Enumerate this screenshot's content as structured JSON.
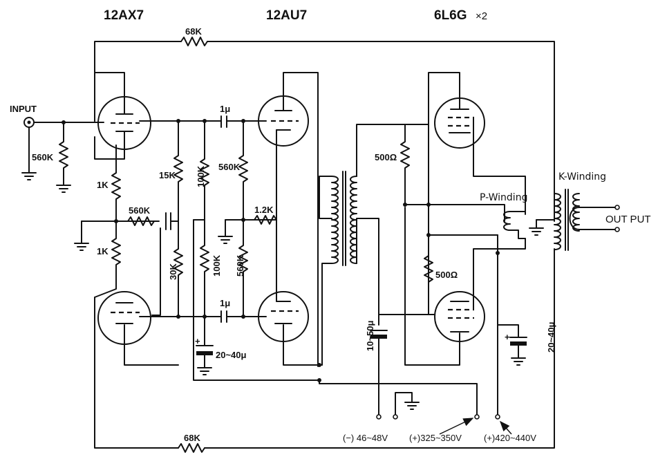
{
  "tubes": {
    "t1": "12AX7",
    "t2": "12AU7",
    "t3": "6L6G",
    "t3_qty": "×2"
  },
  "feedback": {
    "top": "68K",
    "bottom": "68K"
  },
  "input": {
    "label": "INPUT",
    "r_grid": "560K"
  },
  "stage1": {
    "r_plate": "1K",
    "r_cathode": "1K",
    "r_mid": "560K",
    "r_upper": "15K",
    "r_lower": "30K"
  },
  "stage2": {
    "r_left_top": "100K",
    "r_left_bot": "100K",
    "r_right_top": "560K",
    "r_right_bot": "560K",
    "r_mid": "1.2K",
    "cap_top": "1μ",
    "cap_bot": "1μ",
    "cap_elec": "20~40μ"
  },
  "output": {
    "r_g1": "500Ω",
    "r_g2": "500Ω",
    "cap_bias": "10~50μ",
    "cap_hv": "20~40μ",
    "p_winding": "P-Winding",
    "k_winding": "K-Winding",
    "out_label": "OUT PUT"
  },
  "supply": {
    "neg": "(−) 46~48V",
    "mid": "(+)325~350V",
    "high": "(+)420~440V"
  }
}
